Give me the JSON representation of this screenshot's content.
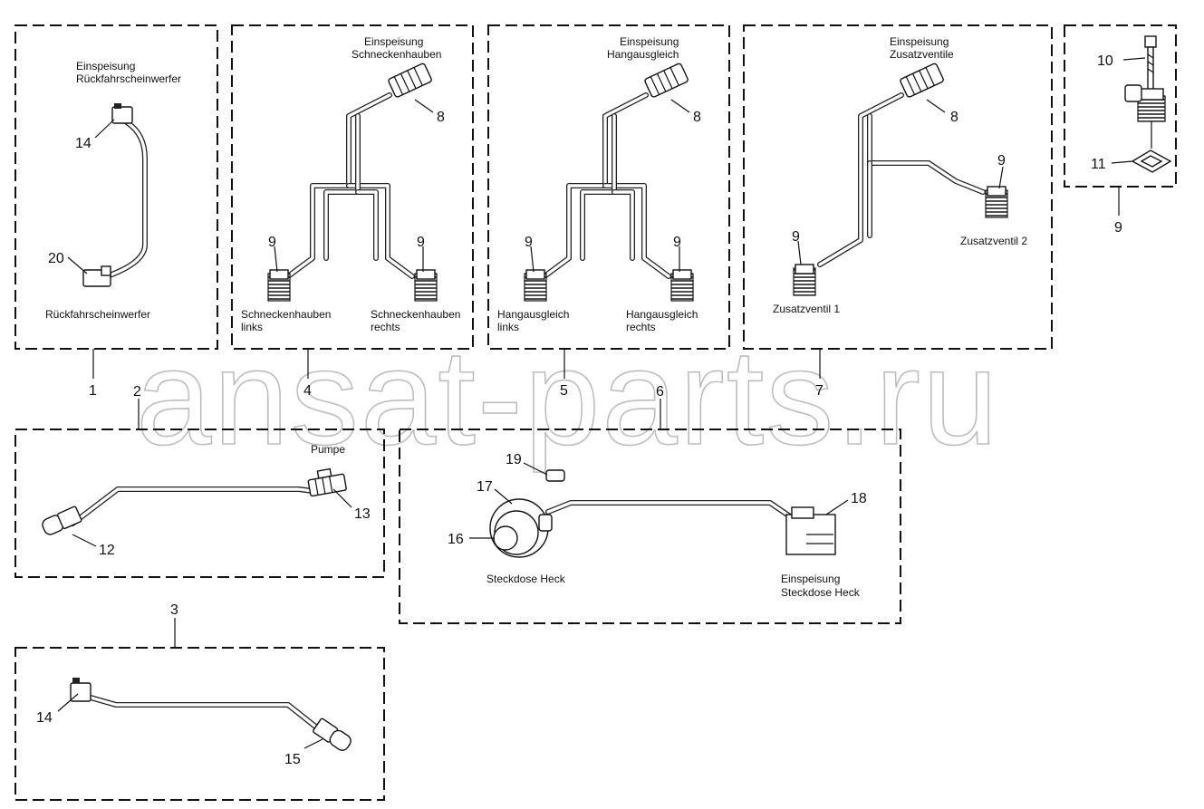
{
  "watermark": "ansat-parts.ru",
  "group_numbers": {
    "g1": "1",
    "g2": "2",
    "g3": "3",
    "g4": "4",
    "g5": "5",
    "g6": "6",
    "g7": "7",
    "g9": "9"
  },
  "box1": {
    "top_label_1": "Einspeisung",
    "top_label_2": "Rückfahrscheinwerfer",
    "bottom_label": "Rückfahrscheinwerfer",
    "callout_a": "14",
    "callout_b": "20"
  },
  "box4": {
    "top_label_1": "Einspeisung",
    "top_label_2": "Schneckenhauben",
    "callout_top": "8",
    "callout_left": "9",
    "callout_right": "9",
    "left_label_1": "Schneckenhauben",
    "left_label_2": "links",
    "right_label_1": "Schneckenhauben",
    "right_label_2": "rechts"
  },
  "box5": {
    "top_label_1": "Einspeisung",
    "top_label_2": "Hangausgleich",
    "callout_top": "8",
    "callout_left": "9",
    "callout_right": "9",
    "left_label_1": "Hangausgleich",
    "left_label_2": "links",
    "right_label_1": "Hangausgleich",
    "right_label_2": "rechts"
  },
  "box7": {
    "top_label_1": "Einspeisung",
    "top_label_2": "Zusatzventile",
    "callout_top": "8",
    "callout_left": "9",
    "callout_right": "9",
    "left_label": "Zusatzventil 1",
    "right_label": "Zusatzventil 2"
  },
  "box9": {
    "callout_bolt": "10",
    "callout_seal": "11"
  },
  "box2": {
    "label": "Pumpe",
    "callout_a": "13",
    "callout_b": "12"
  },
  "box6": {
    "callout_19": "19",
    "callout_17": "17",
    "callout_16": "16",
    "callout_18": "18",
    "left_label": "Steckdose Heck",
    "right_label_1": "Einspeisung",
    "right_label_2": "Steckdose Heck"
  },
  "box3": {
    "callout_a": "14",
    "callout_b": "15"
  }
}
